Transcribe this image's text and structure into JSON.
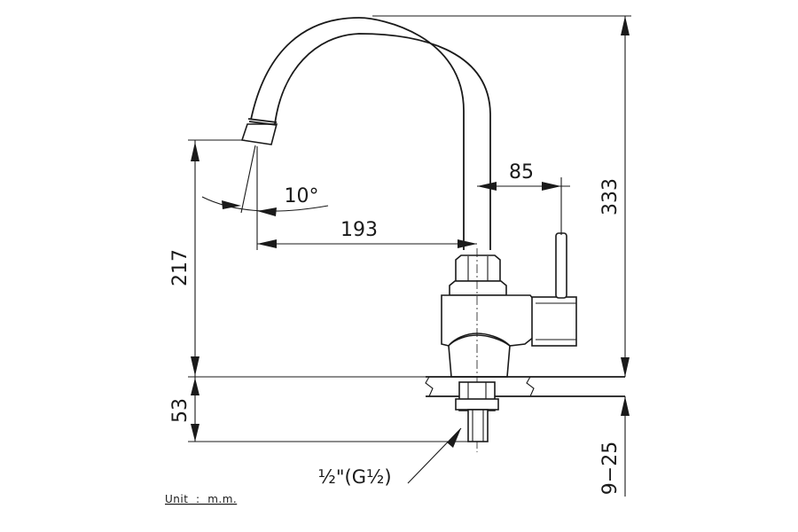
{
  "drawing": {
    "subject": "faucet-dimension-drawing",
    "dimensions": {
      "total_height": "333",
      "spout_height": "217",
      "base_height": "53",
      "spout_reach": "193",
      "handle_offset": "85",
      "spout_angle": "10°",
      "counter_thickness": "9−25"
    },
    "thread_spec": "½\"(G½)",
    "unit_note": "Unit  :  m.m.",
    "line_color": "#1a1a1a",
    "background": "#ffffff"
  }
}
